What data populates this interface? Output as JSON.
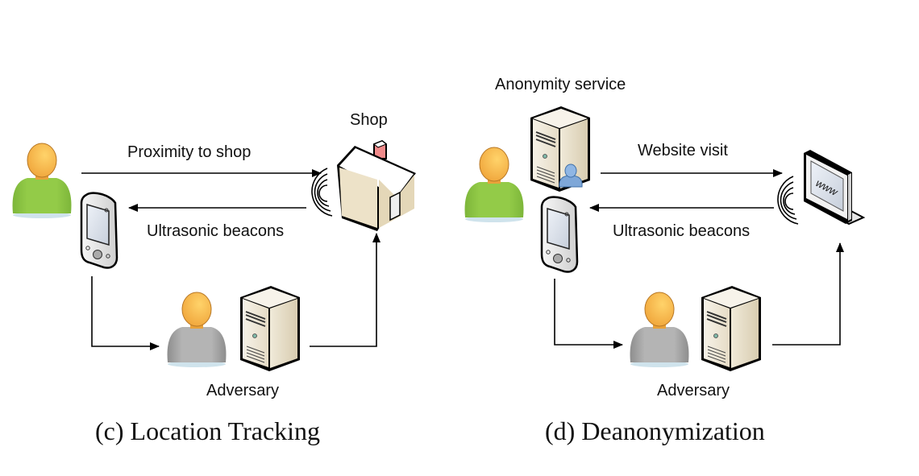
{
  "panels": [
    {
      "id": "c",
      "caption": "(c) Location Tracking",
      "labels": {
        "target": "Shop",
        "arrow_top": "Proximity to shop",
        "arrow_bottom": "Ultrasonic beacons",
        "adversary": "Adversary"
      },
      "nodes": [
        "user",
        "smartphone",
        "shop-house",
        "beacon-emitter",
        "adversary-person",
        "adversary-server"
      ]
    },
    {
      "id": "d",
      "caption": "(d) Deanonymization",
      "labels": {
        "service": "Anonymity service",
        "arrow_top": "Website visit",
        "arrow_bottom": "Ultrasonic beacons",
        "adversary": "Adversary",
        "screen_text": "www"
      },
      "nodes": [
        "user",
        "anonymity-server",
        "smartphone",
        "website-monitor",
        "beacon-emitter",
        "adversary-person",
        "adversary-server"
      ]
    }
  ],
  "colors": {
    "user_body": "#8cc63f",
    "adversary_body": "#a8a8a8",
    "head": "#f7b84b",
    "server": "#ede6d6",
    "roof_chimney": "#f28b8b",
    "anon_user": "#7ea7d8",
    "line": "#000000"
  }
}
